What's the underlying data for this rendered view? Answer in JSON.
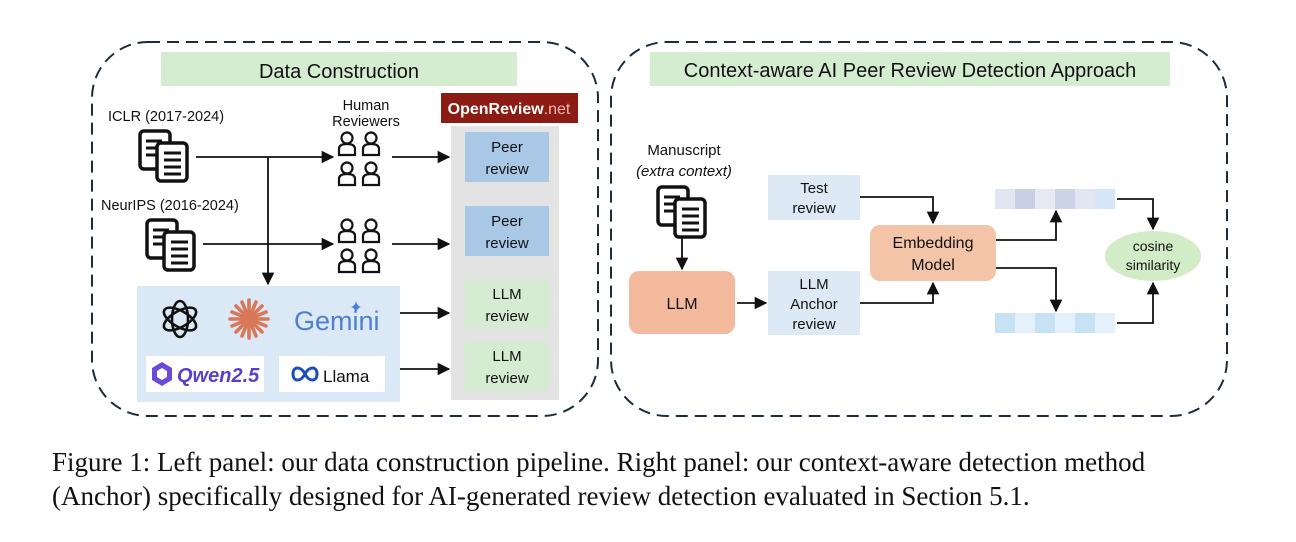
{
  "left_panel": {
    "title": "Data Construction",
    "sources": [
      {
        "label": "ICLR (2017-2024)"
      },
      {
        "label": "NeurIPS (2016-2024)"
      }
    ],
    "human_reviewers_label": [
      "Human",
      "Reviewers"
    ],
    "openreview_logo": {
      "text_main": "OpenReview",
      "text_suffix": ".net"
    },
    "outputs": [
      {
        "lines": [
          "Peer",
          "review"
        ],
        "kind": "human"
      },
      {
        "lines": [
          "Peer",
          "review"
        ],
        "kind": "human"
      },
      {
        "lines": [
          "LLM",
          "review"
        ],
        "kind": "llm"
      },
      {
        "lines": [
          "LLM",
          "review"
        ],
        "kind": "llm"
      }
    ],
    "llm_logos": {
      "row1": [
        {
          "name": "openai-logo"
        },
        {
          "name": "claude-logo"
        },
        {
          "name": "gemini-logo",
          "text": "Gemini"
        }
      ],
      "row2": [
        {
          "name": "qwen-logo",
          "text": "Qwen2.5"
        },
        {
          "name": "meta-logo",
          "text": "Llama"
        }
      ]
    }
  },
  "right_panel": {
    "title": "Context-aware AI Peer Review Detection Approach",
    "manuscript_label": "Manuscript",
    "manuscript_sub": "(extra context)",
    "llm_label": "LLM",
    "test_review": [
      "Test",
      "review"
    ],
    "anchor_review": [
      "LLM",
      "Anchor",
      "review"
    ],
    "embedding_model": [
      "Embedding",
      "Model"
    ],
    "cosine_similarity": [
      "cosine",
      "similarity"
    ]
  },
  "colors": {
    "title_bg": "#d4ecd0",
    "peer_review_bg": "#a9c8e6",
    "llm_review_bg": "#d6ecd2",
    "column_bg": "#e3e3e3",
    "logo_area_bg": "#dbe8f5",
    "openreview_red": "#8c1b13",
    "llm_box": "#f2b99c",
    "embedding_box": "#f4c4a8",
    "light_blue_box": "#ddeaf6",
    "cosine_ellipse": "#d3ecc8"
  },
  "caption": {
    "line1": "Figure 1: Left panel: our data construction pipeline. Right panel: our context-aware detection method",
    "line2": "(Anchor) specifically designed for AI-generated review detection evaluated in Section 5.1."
  }
}
